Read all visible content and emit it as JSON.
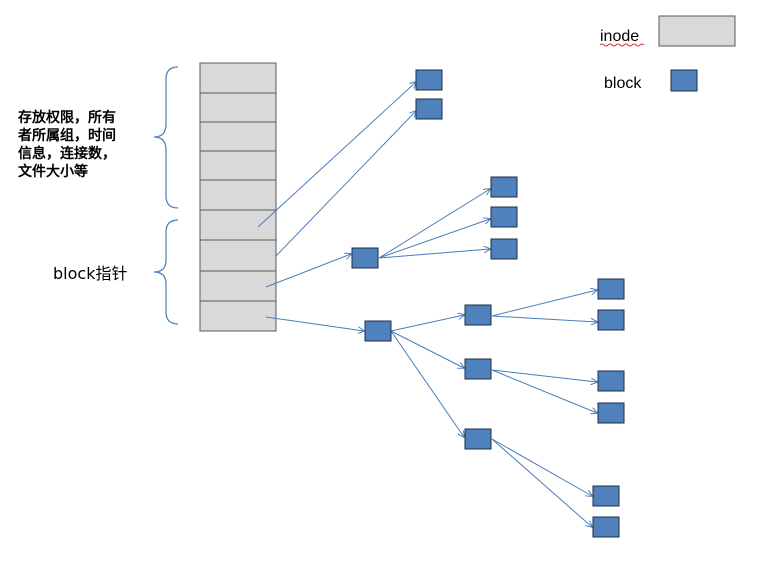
{
  "legend": {
    "inode_label": "inode",
    "block_label": "block"
  },
  "labels": {
    "metadata_lines": [
      "存放权限，所有",
      "者所属组，时间",
      "信息，连接数，",
      "文件大小等"
    ],
    "block_pointer": "block指针"
  },
  "colors": {
    "inode_fill": "#d9d9d9",
    "block_fill": "#4f81bd",
    "arrow": "#4a7ebb",
    "spellcheck_underline": "#e03030"
  }
}
